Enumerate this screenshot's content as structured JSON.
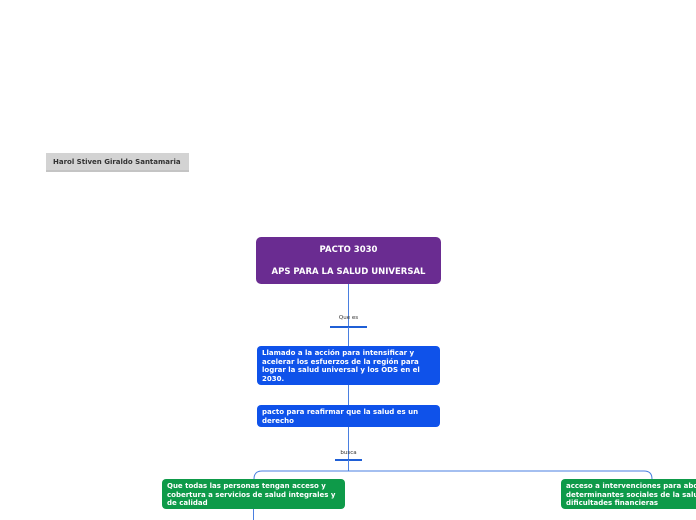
{
  "author": "Harol Stiven Giraldo Santamaria",
  "root": {
    "line1": "PACTO 3030",
    "line2": "APS PARA LA SALUD UNIVERSAL"
  },
  "connector1": "Que es",
  "connector2": "busca",
  "nodes": {
    "definition": "Llamado a la acción para intensificar y acelerar los esfuerzos de la región para lograr la salud universal y los ODS en el 2030.",
    "pact": "pacto para reafirmar que la salud es un derecho",
    "access": "Que todas las personas tengan acceso y cobertura a servicios de salud integrales y de calidad",
    "interventions": "acceso a intervenciones para abordar determinantes sociales de la salud y dificultades financieras"
  },
  "colors": {
    "root": "#6a2c91",
    "blue": "#0f52ea",
    "green": "#0e9a49",
    "line": "#4a7fe0",
    "author_bg": "#d3d3d3"
  }
}
